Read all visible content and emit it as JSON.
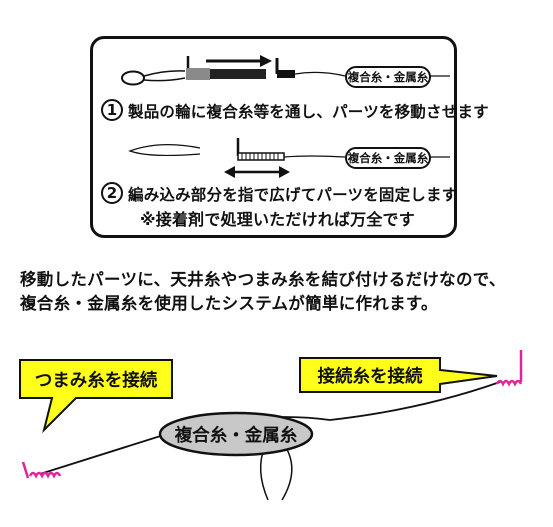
{
  "steps": [
    {
      "number": "1",
      "text": "製品の輪に複合糸等を通し、パーツを移動させます"
    },
    {
      "number": "2",
      "text": "編み込み部分を指で広げてパーツを固定します"
    }
  ],
  "note": "※接着剤で処理いただければ万全です",
  "tag_label": "複合糸・金属糸",
  "description": [
    "移動したパーツに、天井糸やつまみ糸を結び付けるだけなので、",
    "複合糸・金属糸を使用したシステムが簡単に作れます。"
  ],
  "callouts": {
    "left": "つまみ糸を接続",
    "right": "接続糸を接続"
  },
  "center_label": "複合糸・金属糸",
  "colors": {
    "callout_fill": "#ffff1a",
    "center_pill_fill": "#c8c8c8",
    "coil": "#e0259a",
    "part_gray": "#8a8a8a",
    "ink": "#111111"
  },
  "icons": [
    "arrow-right-icon",
    "double-arrow-icon",
    "coil-icon"
  ]
}
